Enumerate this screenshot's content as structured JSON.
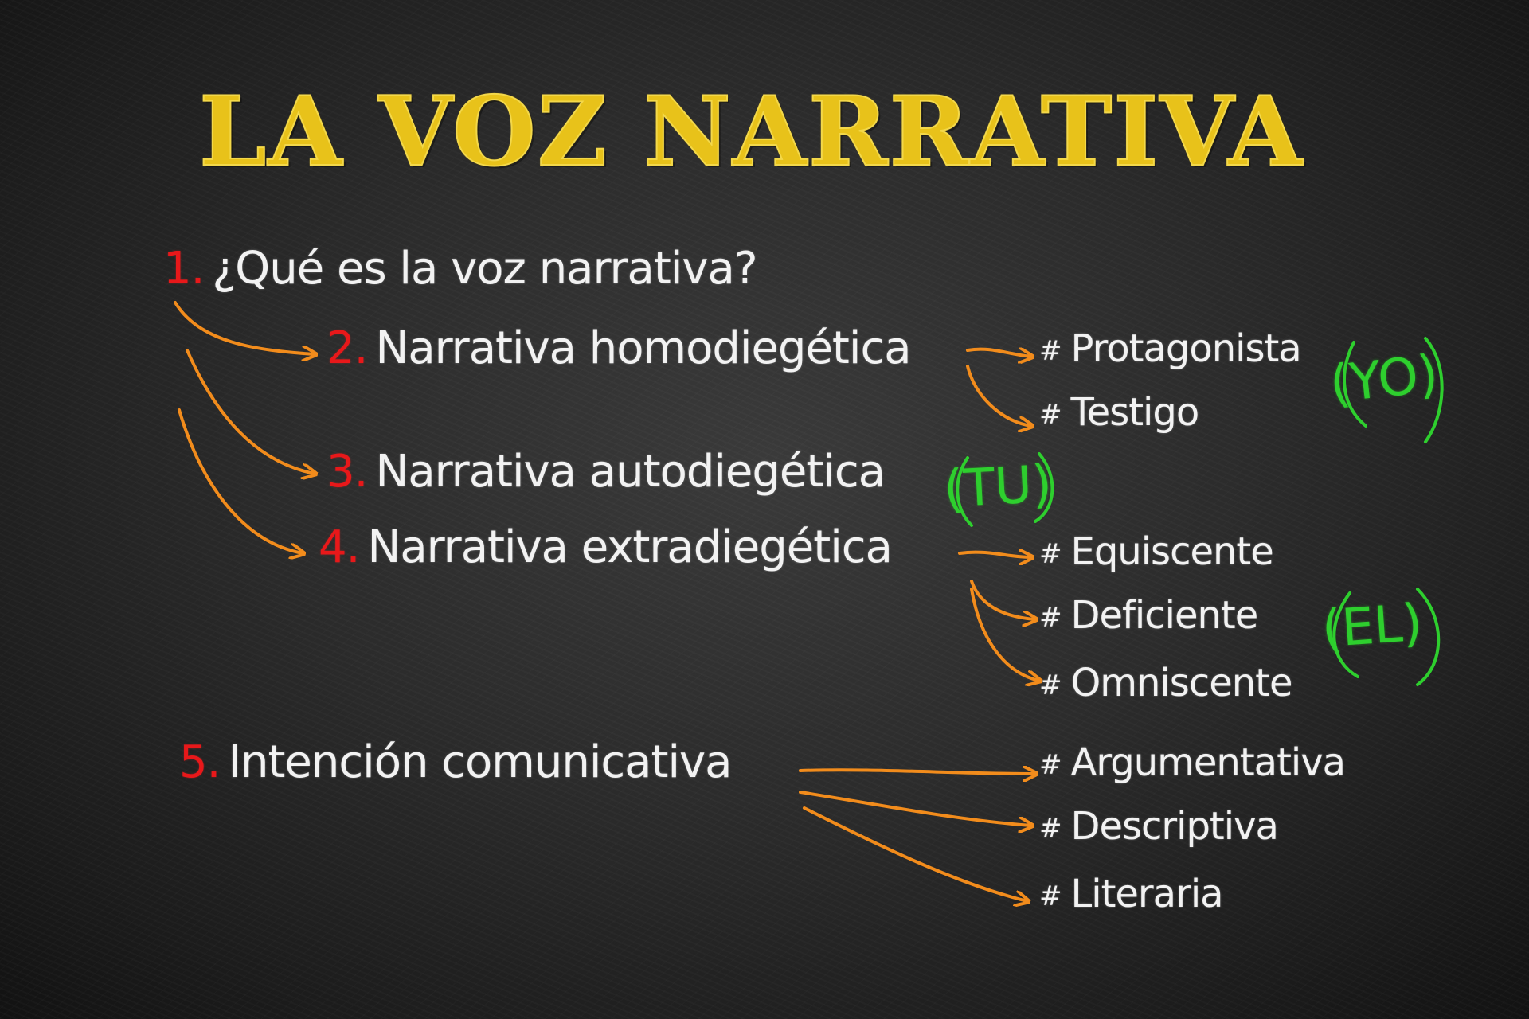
{
  "title": "LA VOZ NARRATIVA",
  "colors": {
    "title": "#e8c21a",
    "numbers": "#e8181a",
    "arrows": "#f28c1c",
    "pronouns": "#2ecf2e",
    "text": "#f2f2f2"
  },
  "items": [
    {
      "num": "1.",
      "text": "¿Qué es la voz narrativa?"
    },
    {
      "num": "2.",
      "text": "Narrativa homodiegética"
    },
    {
      "num": "3.",
      "text": "Narrativa autodiegética"
    },
    {
      "num": "4.",
      "text": "Narrativa extradiegética"
    },
    {
      "num": "5.",
      "text": "Intención comunicativa"
    }
  ],
  "homodiegetica_types": [
    "Protagonista",
    "Testigo"
  ],
  "extradiegetica_types": [
    "Equiscente",
    "Deficiente",
    "Omniscente"
  ],
  "intencion_types": [
    "Argumentativa",
    "Descriptiva",
    "Literaria"
  ],
  "bullet": "#",
  "pronouns": {
    "yo": "(YO)",
    "tu": "(TU)",
    "el": "(EL)"
  }
}
